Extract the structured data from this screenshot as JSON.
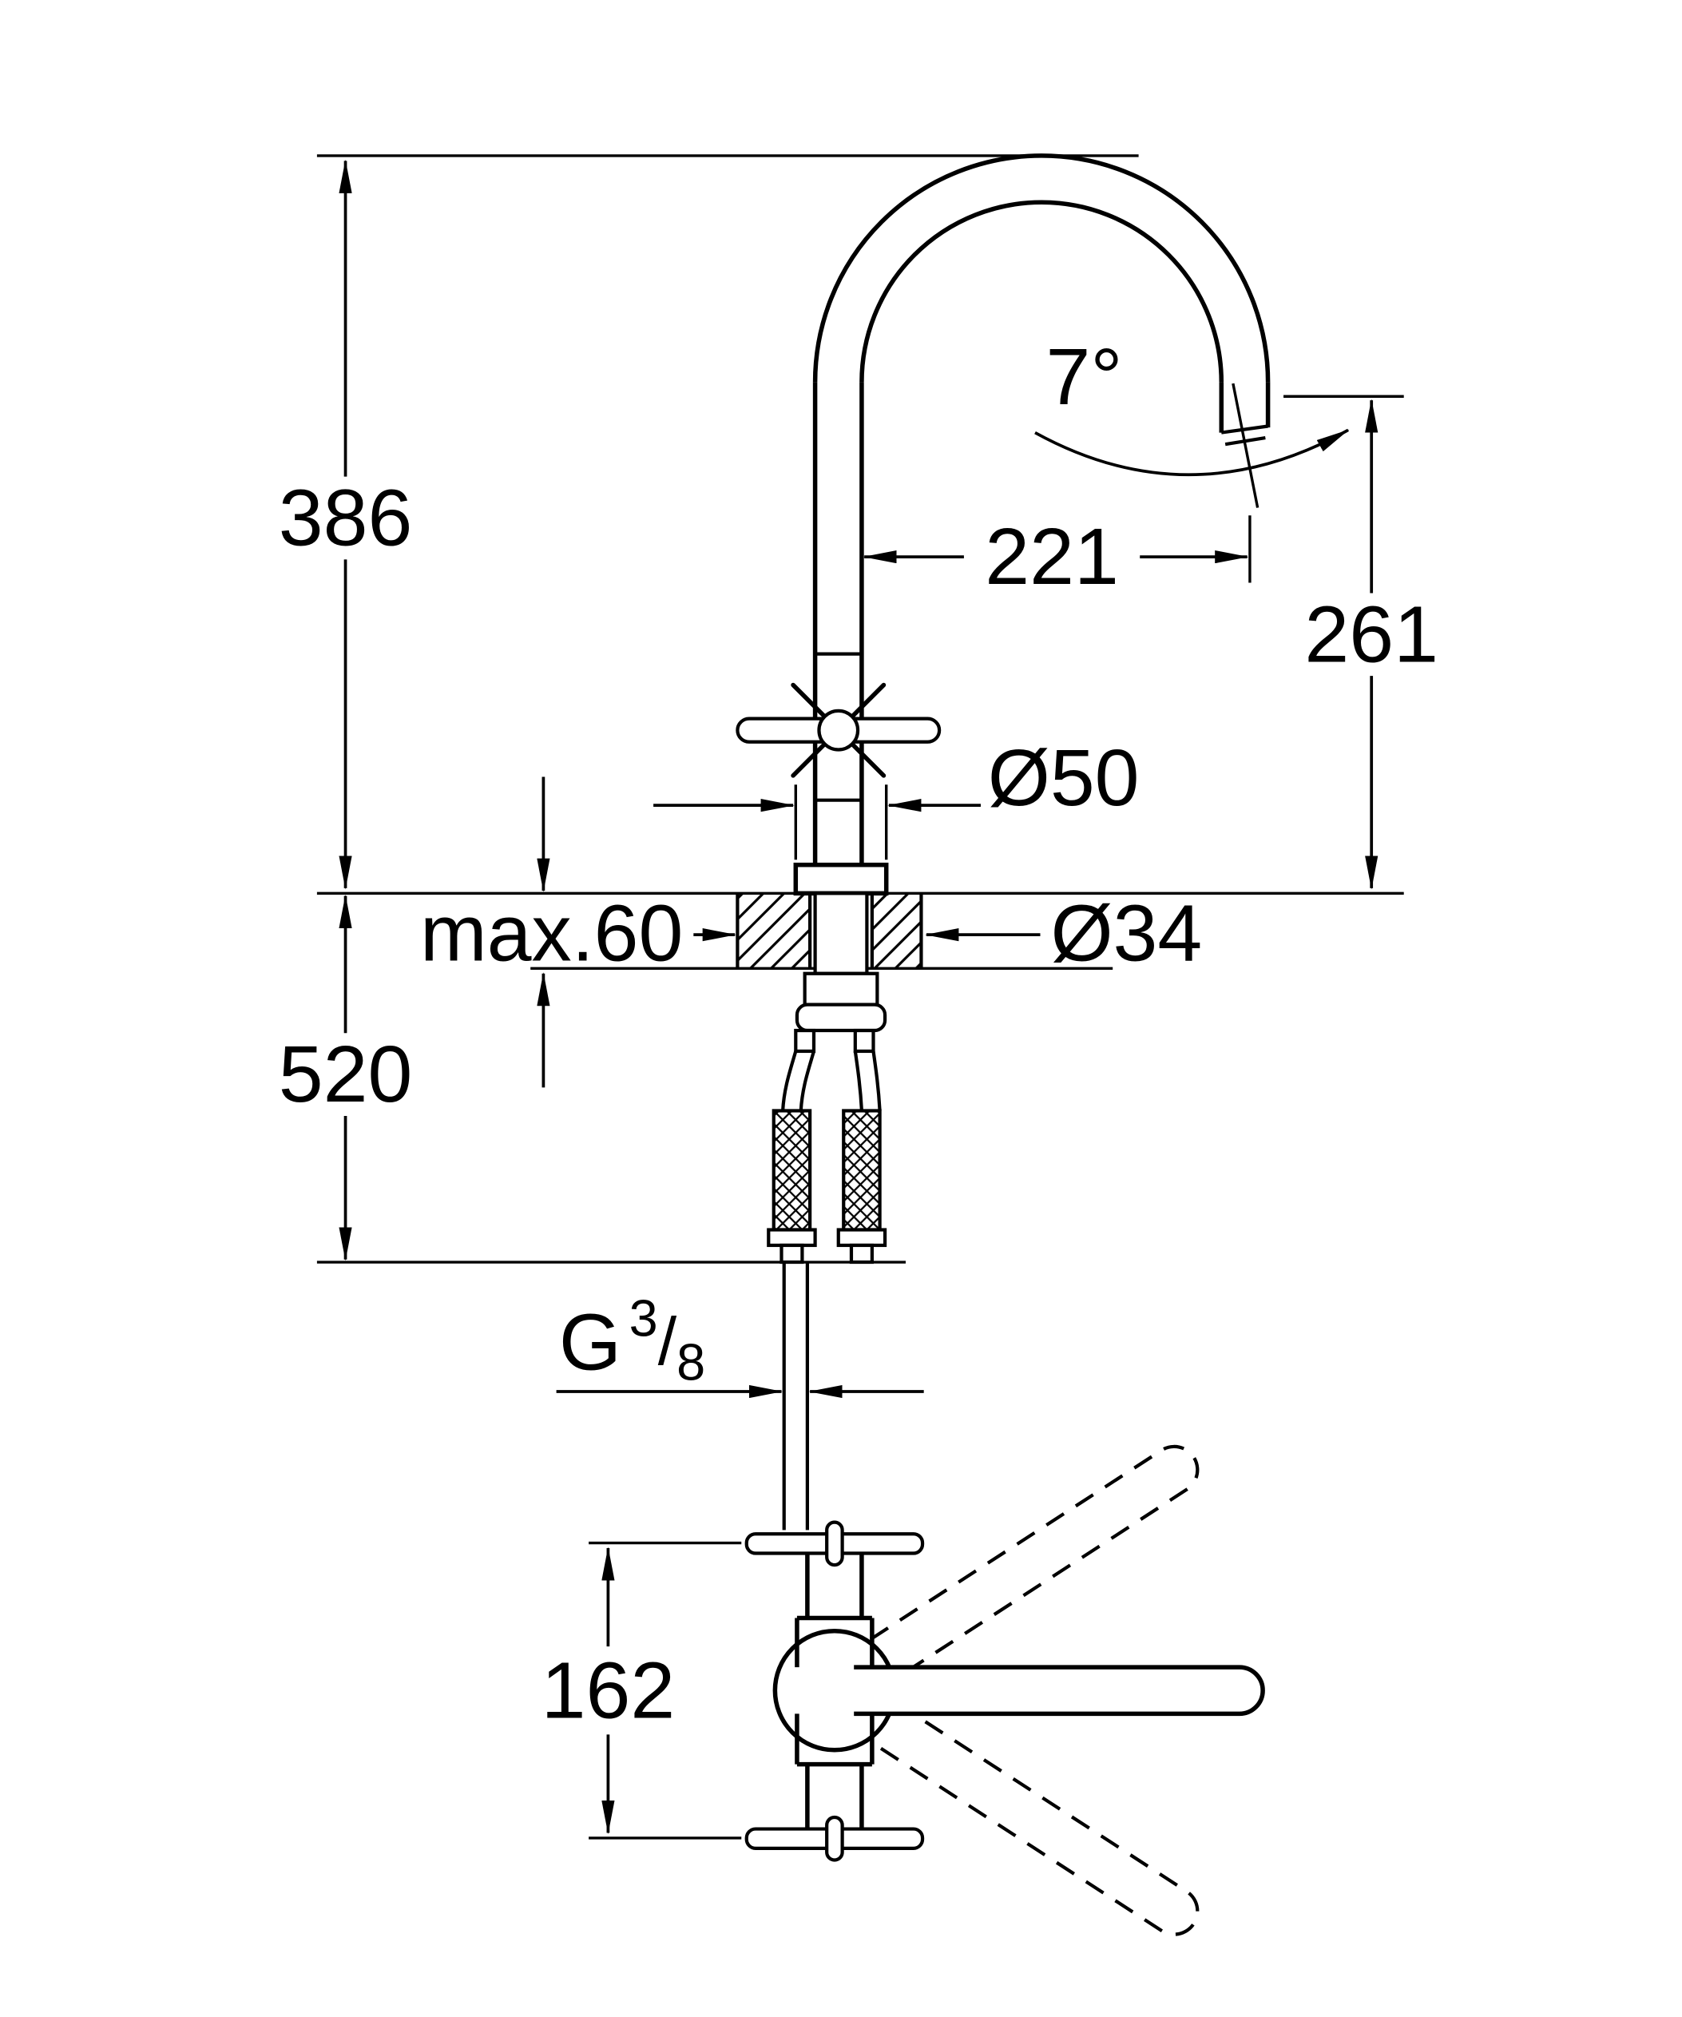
{
  "colors": {
    "line": "#000000",
    "background": "#ffffff"
  },
  "labels": {
    "height_above_counter": "386",
    "height_below_counter": "520",
    "spout_projection": "221",
    "outlet_height": "261",
    "outlet_angle": "7°",
    "base_diameter": "Ø50",
    "hole_diameter": "Ø34",
    "max_counter_thickness": "max.60",
    "swivel_footprint": "162",
    "thread": {
      "g": "G",
      "num": "3",
      "slash": "/",
      "den": "8"
    }
  }
}
